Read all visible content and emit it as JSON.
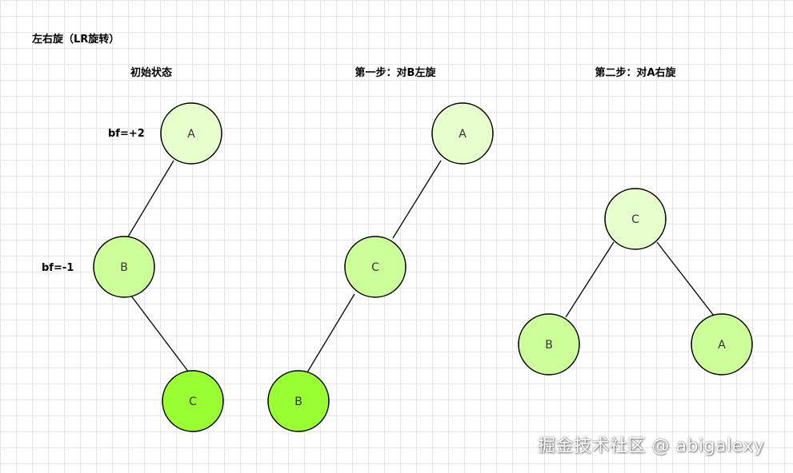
{
  "title": "左右旋（LR旋转）",
  "panels": [
    {
      "heading": "初始状态",
      "annotations": [
        "bf=+2",
        "bf=-1"
      ],
      "nodes": [
        {
          "label": "A",
          "color": "#e6ffcc"
        },
        {
          "label": "B",
          "color": "#ccff99"
        },
        {
          "label": "C",
          "color": "#99ff33"
        }
      ]
    },
    {
      "heading": "第一步：对B左旋",
      "nodes": [
        {
          "label": "A",
          "color": "#e6ffcc"
        },
        {
          "label": "C",
          "color": "#ccff99"
        },
        {
          "label": "B",
          "color": "#99ff33"
        }
      ]
    },
    {
      "heading": "第二步：对A右旋",
      "nodes": [
        {
          "label": "C",
          "color": "#e6ffcc"
        },
        {
          "label": "B",
          "color": "#ccff99"
        },
        {
          "label": "A",
          "color": "#ccff99"
        }
      ]
    }
  ],
  "watermark": "掘金技术社区 @ abigalexy"
}
